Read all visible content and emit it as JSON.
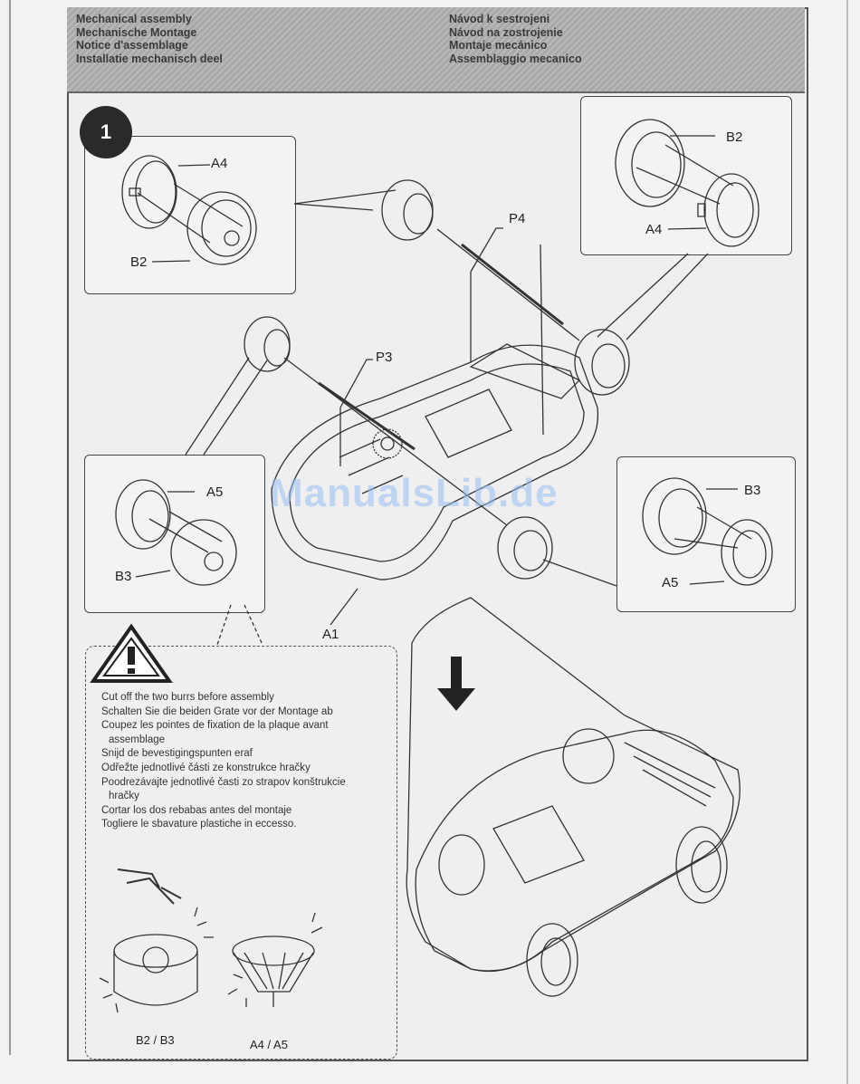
{
  "header": {
    "left_lines": [
      "Mechanical assembly",
      "Mechanische Montage",
      "Notice d'assemblage",
      "Installatie mechanisch deel"
    ],
    "right_lines": [
      "Návod k sestrojeni",
      "Návod na zostrojenie",
      "Montaje mecánico",
      "Assemblaggio mecanico"
    ]
  },
  "step_number": "1",
  "part_labels": {
    "a4_top_left": "A4",
    "b2_top_left": "B2",
    "b2_top_right": "B2",
    "a4_top_right": "A4",
    "p4": "P4",
    "p3": "P3",
    "a5_mid_left": "A5",
    "b3_mid_left": "B3",
    "b3_mid_right": "B3",
    "a5_mid_right": "A5",
    "a1": "A1"
  },
  "watermark": "ManualsLib.de",
  "warning": {
    "lines": [
      {
        "text": "Cut off the two burrs before assembly",
        "indent": false
      },
      {
        "text": "Schalten Sie die beiden Grate vor der Montage ab",
        "indent": false
      },
      {
        "text": "Coupez les pointes de fixation de la plaque avant",
        "indent": false
      },
      {
        "text": "assemblage",
        "indent": true
      },
      {
        "text": "Snijd de bevestigingspunten eraf",
        "indent": false
      },
      {
        "text": "Odřežte jednotlivé části ze konstrukce hračky",
        "indent": false
      },
      {
        "text": "Poodrezávajte jednotlivé časti zo strapov konštrukcie",
        "indent": false
      },
      {
        "text": "hračky",
        "indent": true
      },
      {
        "text": "Cortar los dos rebabas antes del montaje",
        "indent": false
      },
      {
        "text": "Togliere le sbavature plastiche in eccesso.",
        "indent": false
      }
    ],
    "caption_left": "B2 / B3",
    "caption_right": "A4 / A5"
  },
  "icons": [
    "step-badge",
    "warning-triangle-icon",
    "down-arrow-icon",
    "cutter-icon"
  ]
}
